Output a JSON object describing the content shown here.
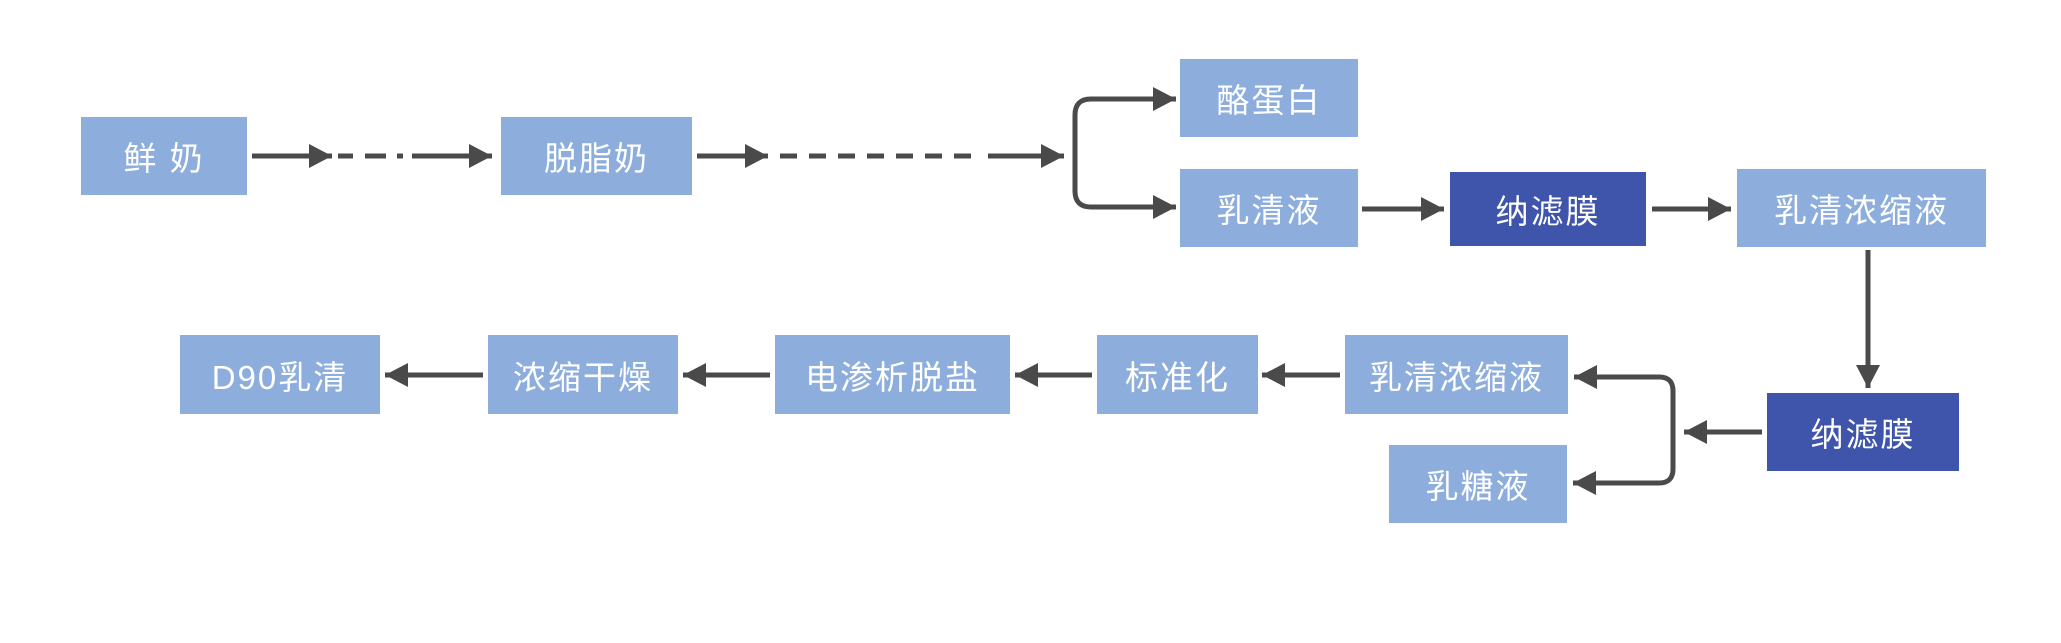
{
  "diagram": {
    "type": "flowchart",
    "description": "Milk whey processing flow diagram",
    "colors": {
      "light_box": "#8DAEDC",
      "dark_box": "#3F54AB",
      "arrow": "#4A4A4A",
      "node_text": "#FFFFFF",
      "background": "#FFFFFF"
    },
    "nodes": [
      {
        "id": "fresh-milk",
        "label": "鲜 奶",
        "variant": "light"
      },
      {
        "id": "skim-milk",
        "label": "脱脂奶",
        "variant": "light"
      },
      {
        "id": "casein",
        "label": "酪蛋白",
        "variant": "light"
      },
      {
        "id": "whey-liquid",
        "label": "乳清液",
        "variant": "light"
      },
      {
        "id": "nf-membrane-1",
        "label": "纳滤膜",
        "variant": "dark"
      },
      {
        "id": "whey-concentrate-1",
        "label": "乳清浓缩液",
        "variant": "light"
      },
      {
        "id": "nf-membrane-2",
        "label": "纳滤膜",
        "variant": "dark"
      },
      {
        "id": "whey-concentrate-2",
        "label": "乳清浓缩液",
        "variant": "light"
      },
      {
        "id": "lactose-liquid",
        "label": "乳糖液",
        "variant": "light"
      },
      {
        "id": "standardization",
        "label": "标准化",
        "variant": "light"
      },
      {
        "id": "electrodialysis",
        "label": "电渗析脱盐",
        "variant": "light"
      },
      {
        "id": "concentrate-dry",
        "label": "浓缩干燥",
        "variant": "light"
      },
      {
        "id": "d90-whey",
        "label": "D90乳清",
        "variant": "light"
      }
    ],
    "edges": [
      {
        "from": "fresh-milk",
        "to": "skim-milk",
        "style": "solid-dashed-solid",
        "direction": "right"
      },
      {
        "from": "skim-milk",
        "to": [
          "casein",
          "whey-liquid"
        ],
        "style": "solid-dashed-solid-fork",
        "direction": "right"
      },
      {
        "from": "whey-liquid",
        "to": "nf-membrane-1",
        "style": "solid",
        "direction": "right"
      },
      {
        "from": "nf-membrane-1",
        "to": "whey-concentrate-1",
        "style": "solid",
        "direction": "right"
      },
      {
        "from": "whey-concentrate-1",
        "to": "nf-membrane-2",
        "style": "solid",
        "direction": "down"
      },
      {
        "from": "nf-membrane-2",
        "to": [
          "whey-concentrate-2",
          "lactose-liquid"
        ],
        "style": "solid-fork",
        "direction": "left"
      },
      {
        "from": "whey-concentrate-2",
        "to": "standardization",
        "style": "solid",
        "direction": "left"
      },
      {
        "from": "standardization",
        "to": "electrodialysis",
        "style": "solid",
        "direction": "left"
      },
      {
        "from": "electrodialysis",
        "to": "concentrate-dry",
        "style": "solid",
        "direction": "left"
      },
      {
        "from": "concentrate-dry",
        "to": "d90-whey",
        "style": "solid",
        "direction": "left"
      }
    ]
  }
}
